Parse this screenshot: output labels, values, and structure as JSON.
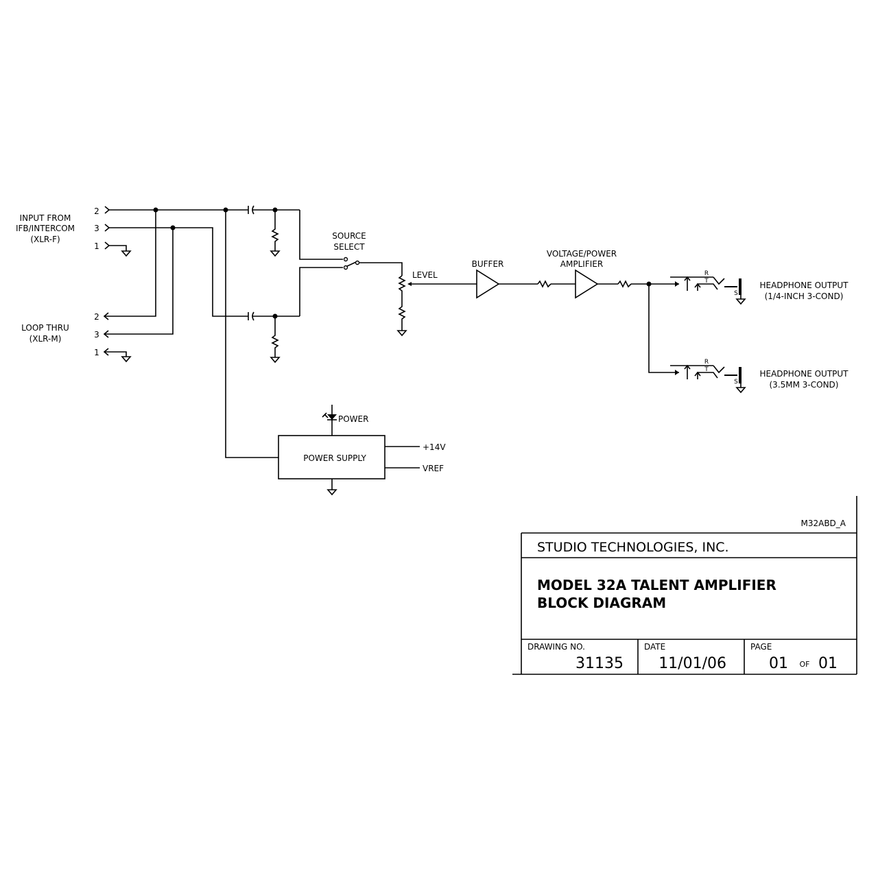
{
  "labels": {
    "input_line1": "INPUT FROM",
    "input_line2": "IFB/INTERCOM",
    "input_line3": "(XLR-F)",
    "loop_line1": "LOOP THRU",
    "loop_line2": "(XLR-M)",
    "pin_2": "2",
    "pin_3": "3",
    "pin_1": "1",
    "source_line1": "SOURCE",
    "source_line2": "SELECT",
    "level": "LEVEL",
    "buffer": "BUFFER",
    "vpa_line1": "VOLTAGE/POWER",
    "vpa_line2": "AMPLIFIER",
    "hp1_line1": "HEADPHONE OUTPUT",
    "hp1_line2": "(1/4-INCH 3-COND)",
    "hp2_line1": "HEADPHONE OUTPUT",
    "hp2_line2": "(3.5MM 3-COND)",
    "jack_r": "R",
    "jack_t": "T",
    "jack_s": "S",
    "power_led": "POWER",
    "power_supply": "POWER SUPPLY",
    "v14": "+14V",
    "vref": "VREF"
  },
  "title_block": {
    "file_code": "M32ABD_A",
    "company": "STUDIO TECHNOLOGIES, INC.",
    "title_line1": "MODEL 32A TALENT AMPLIFIER",
    "title_line2": "BLOCK DIAGRAM",
    "drawing_no_label": "DRAWING NO.",
    "drawing_no": "31135",
    "date_label": "DATE",
    "date": "11/01/06",
    "page_label": "PAGE",
    "page": "01",
    "of_label": "OF",
    "page_total": "01"
  }
}
